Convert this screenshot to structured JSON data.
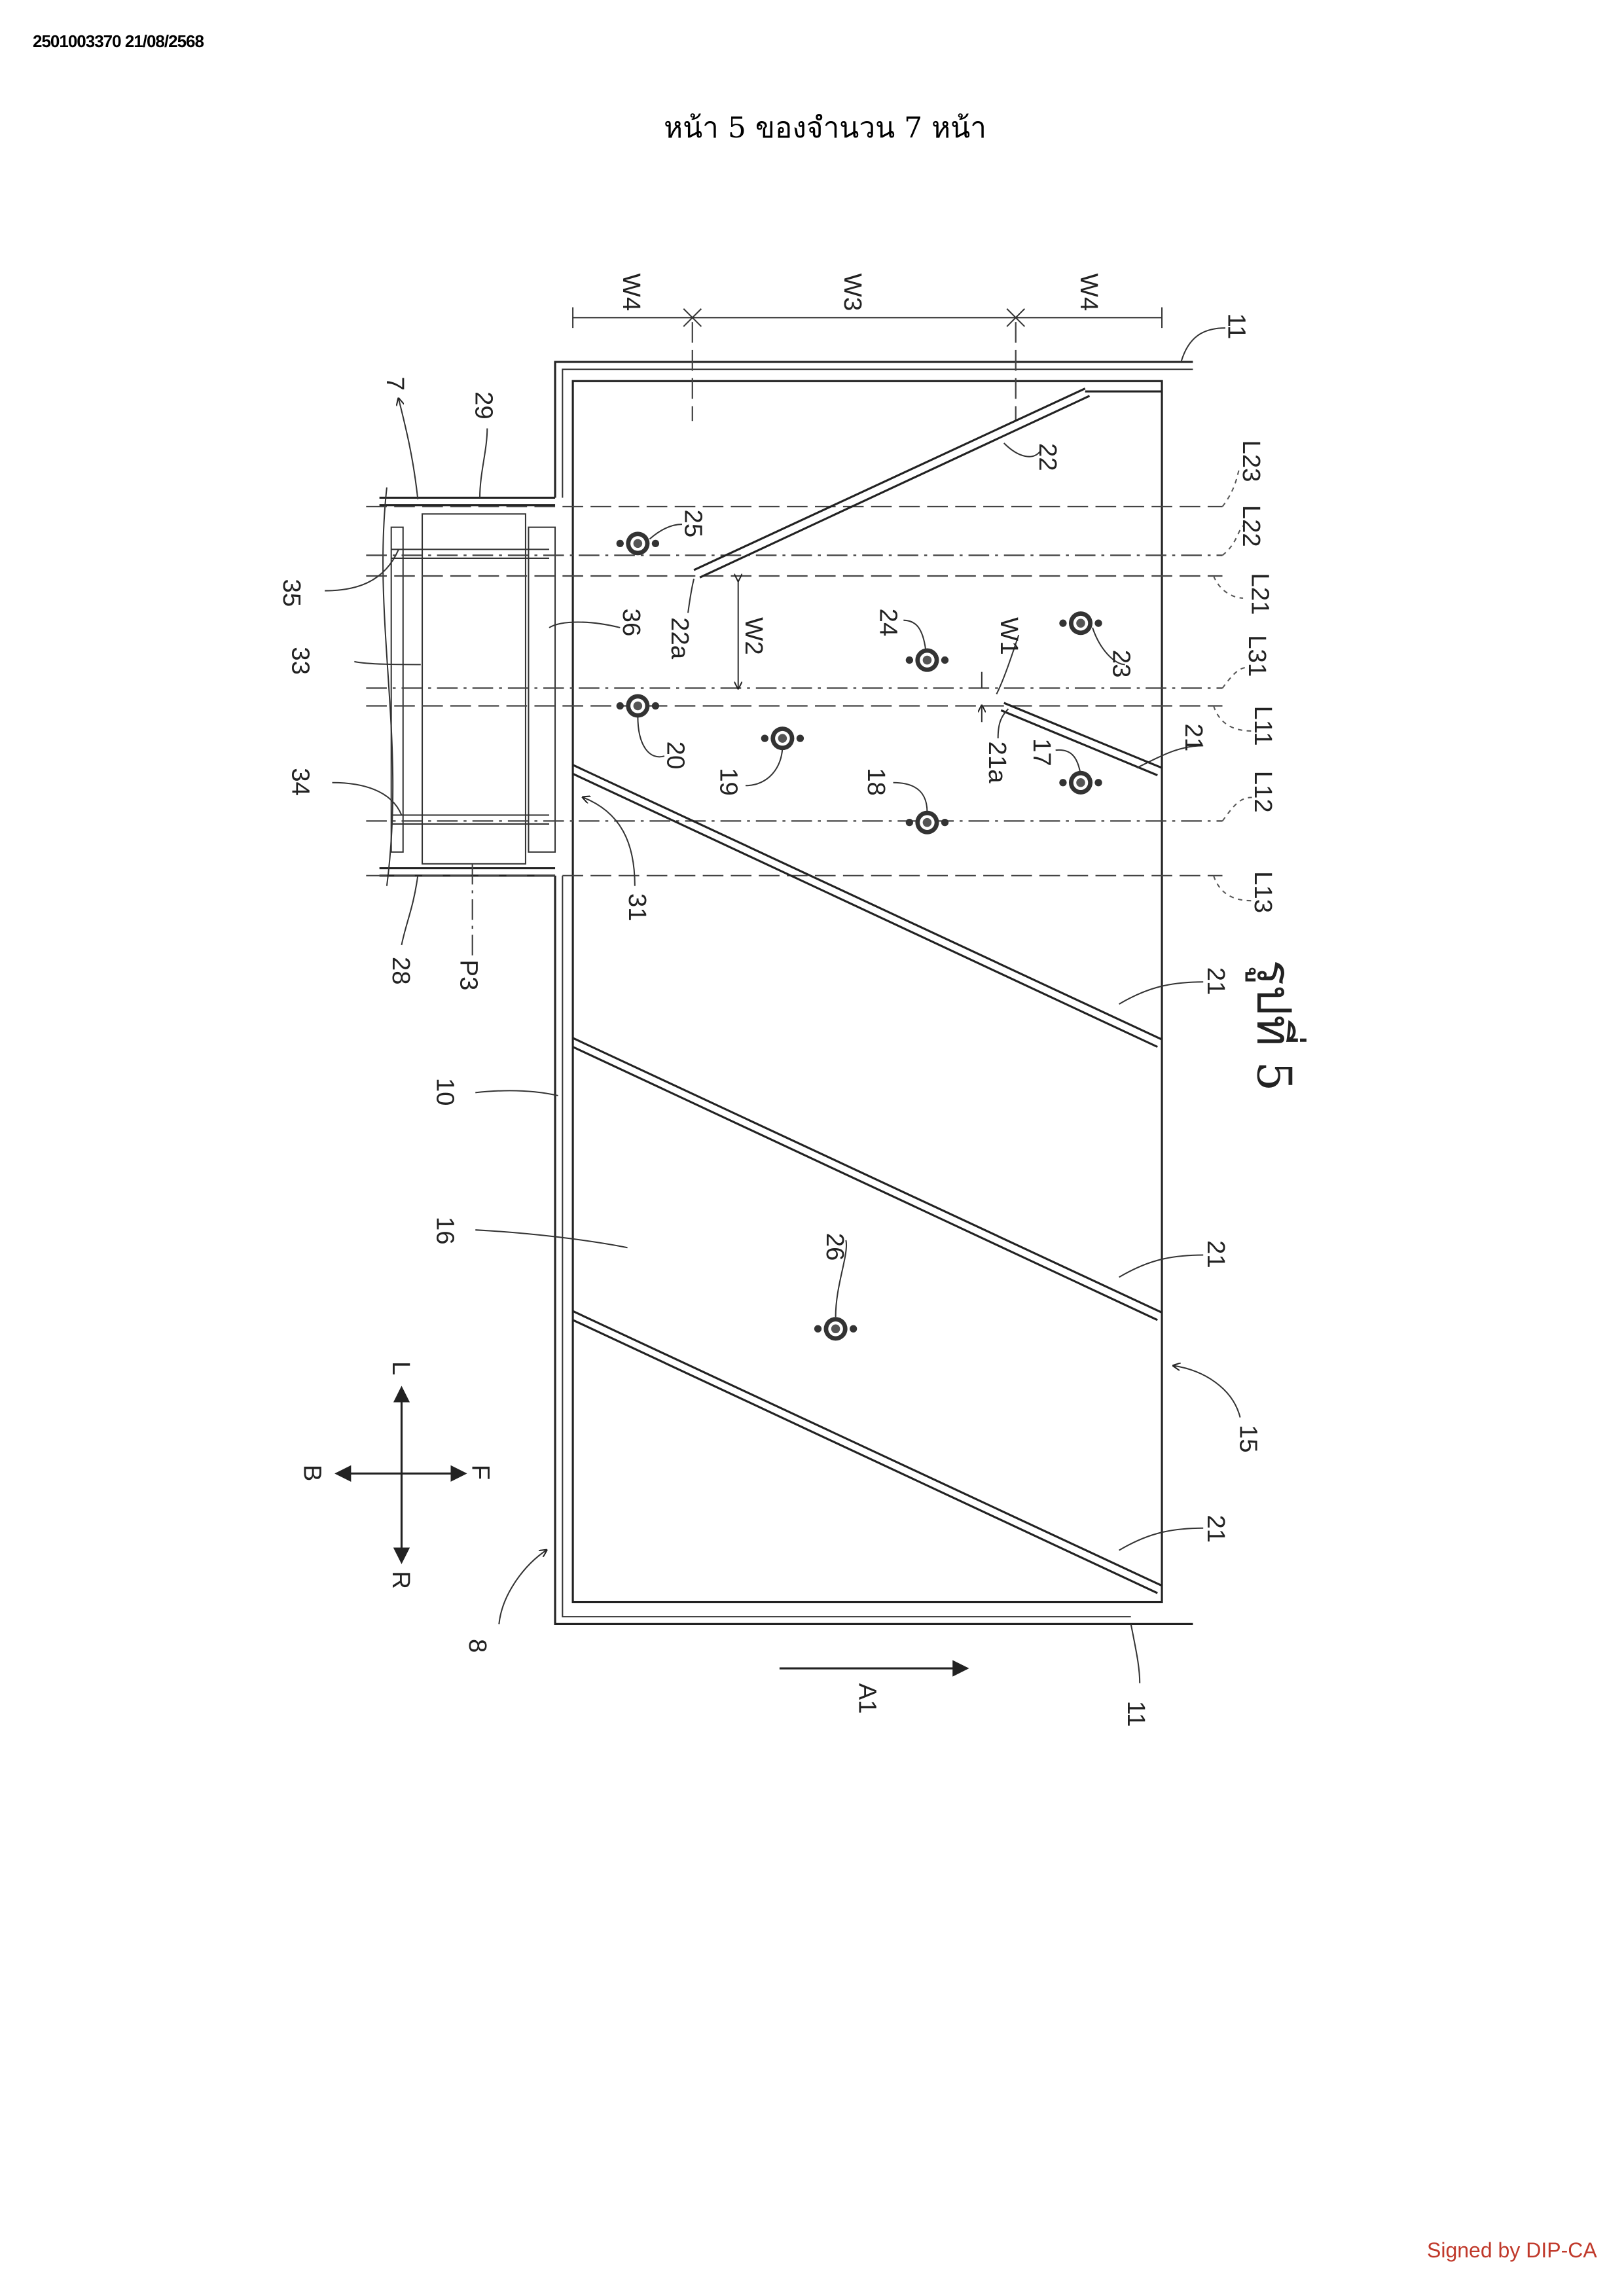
{
  "header": {
    "doc_id": "2501003370 21/08/2568",
    "page_label": "หน้า 5 ของจำนวน 7 หน้า"
  },
  "figure": {
    "caption": "รูปที่ 5",
    "labels": {
      "n7": "7",
      "n8": "8",
      "n10": "10",
      "n11a": "11",
      "n11b": "11",
      "n15": "15",
      "n16": "16",
      "n17": "17",
      "n18": "18",
      "n19": "19",
      "n20": "20",
      "n21a": "21",
      "n21b": "21",
      "n21c": "21",
      "n21d": "21",
      "n21sub": "21a",
      "n22": "22",
      "n22sub": "22a",
      "n23": "23",
      "n24": "24",
      "n25": "25",
      "n26": "26",
      "n28": "28",
      "n29": "29",
      "n31": "31",
      "n33": "33",
      "n34": "34",
      "n35": "35",
      "n36": "36",
      "p3": "P3",
      "w1": "W1",
      "w2": "W2",
      "w3": "W3",
      "w4a": "W4",
      "w4b": "W4",
      "l23": "L23",
      "l22": "L22",
      "l21": "L21",
      "l31": "L31",
      "l11": "L11",
      "l12": "L12",
      "l13": "L13",
      "a1": "A1",
      "dir_l": "L",
      "dir_r": "R",
      "dir_b": "B",
      "dir_f": "F"
    }
  },
  "footer": {
    "signed": "Signed by DIP-CA"
  }
}
